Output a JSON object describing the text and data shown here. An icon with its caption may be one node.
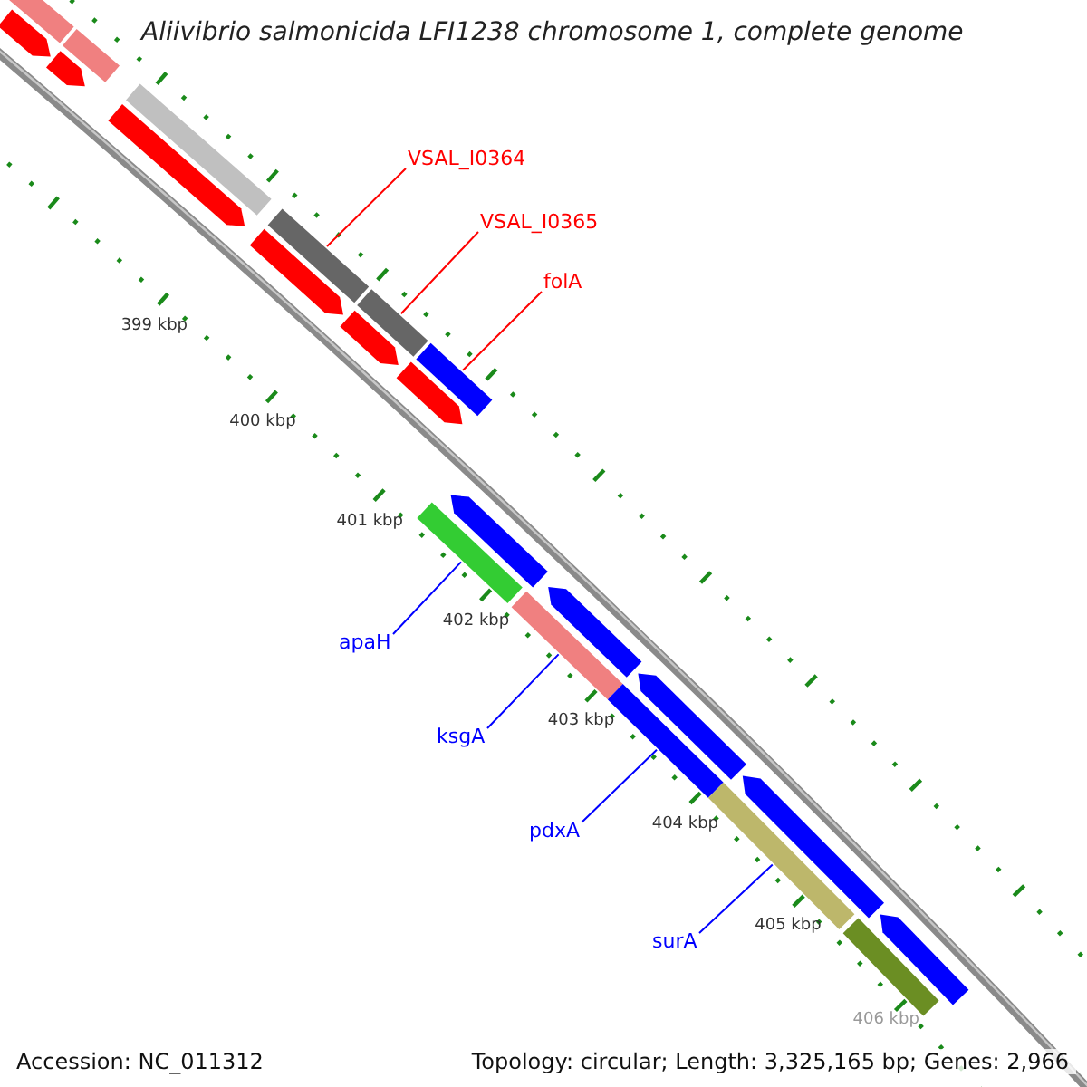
{
  "diagram": {
    "title": "Aliivibrio salmonicida LFI1238 chromosome 1, complete genome",
    "nodes": [
      {
        "text": [
          "VSAL_I0364"
        ]
      },
      {
        "text": [
          "VSAL_I0365"
        ]
      },
      {
        "text": [
          "folA"
        ]
      },
      {
        "text": [
          "apaH"
        ]
      },
      {
        "text": [
          "ksgA"
        ]
      },
      {
        "text": [
          "pdxA"
        ]
      },
      {
        "text": [
          "surA"
        ]
      },
      {
        "text": [],
        "shape": "bar"
      },
      {
        "text": [],
        "shape": "bar"
      },
      {
        "text": [],
        "shape": "bar"
      },
      {
        "text": [],
        "shape": "bar"
      },
      {
        "text": [],
        "shape": "bar"
      },
      {
        "text": [],
        "shape": "bar"
      },
      {
        "text": [],
        "shape": "bar"
      },
      {
        "text": [],
        "shape": "bar"
      },
      {
        "text": [],
        "shape": "bar"
      },
      {
        "text": [],
        "shape": "bar"
      },
      {
        "text": [],
        "shape": "bar"
      },
      {
        "text": [],
        "shape": "bar"
      },
      {
        "text": [],
        "shape": "bar"
      },
      {
        "text": [],
        "shape": "bar"
      },
      {
        "text": [],
        "shape": "bar"
      },
      {
        "text": [],
        "shape": "bar"
      },
      {
        "text": [],
        "shape": "bar"
      },
      {
        "text": [],
        "shape": "bar"
      },
      {
        "text": [],
        "shape": "bar"
      },
      {
        "text": [],
        "shape": "bar"
      },
      {
        "text": [],
        "shape": "bar"
      },
      {
        "text": [],
        "shape": "bar"
      }
    ],
    "edges": [
      {
        "from": 0,
        "to": 7,
        "arrow": "none",
        "color": "#ff0000"
      },
      {
        "from": 1,
        "to": 8,
        "arrow": "none",
        "color": "#ff0000"
      },
      {
        "from": 2,
        "to": 9,
        "arrow": "none",
        "color": "#ff0000"
      },
      {
        "from": 3,
        "to": 10,
        "arrow": "none",
        "color": "#0000ff"
      },
      {
        "from": 4,
        "to": 11,
        "arrow": "none",
        "color": "#0000ff"
      },
      {
        "from": 5,
        "to": 12,
        "arrow": "none",
        "color": "#0000ff"
      },
      {
        "from": 6,
        "to": 13,
        "arrow": "none",
        "color": "#0000ff"
      }
    ],
    "labels": [
      "399 kbp",
      "400 kbp",
      "401 kbp",
      "402 kbp",
      "403 kbp",
      "404 kbp",
      "405 kbp",
      "406 kbp",
      "Accession: NC_011312",
      "Topology: circular; Length: 3,325,165 bp; Genes: 2,966"
    ]
  }
}
